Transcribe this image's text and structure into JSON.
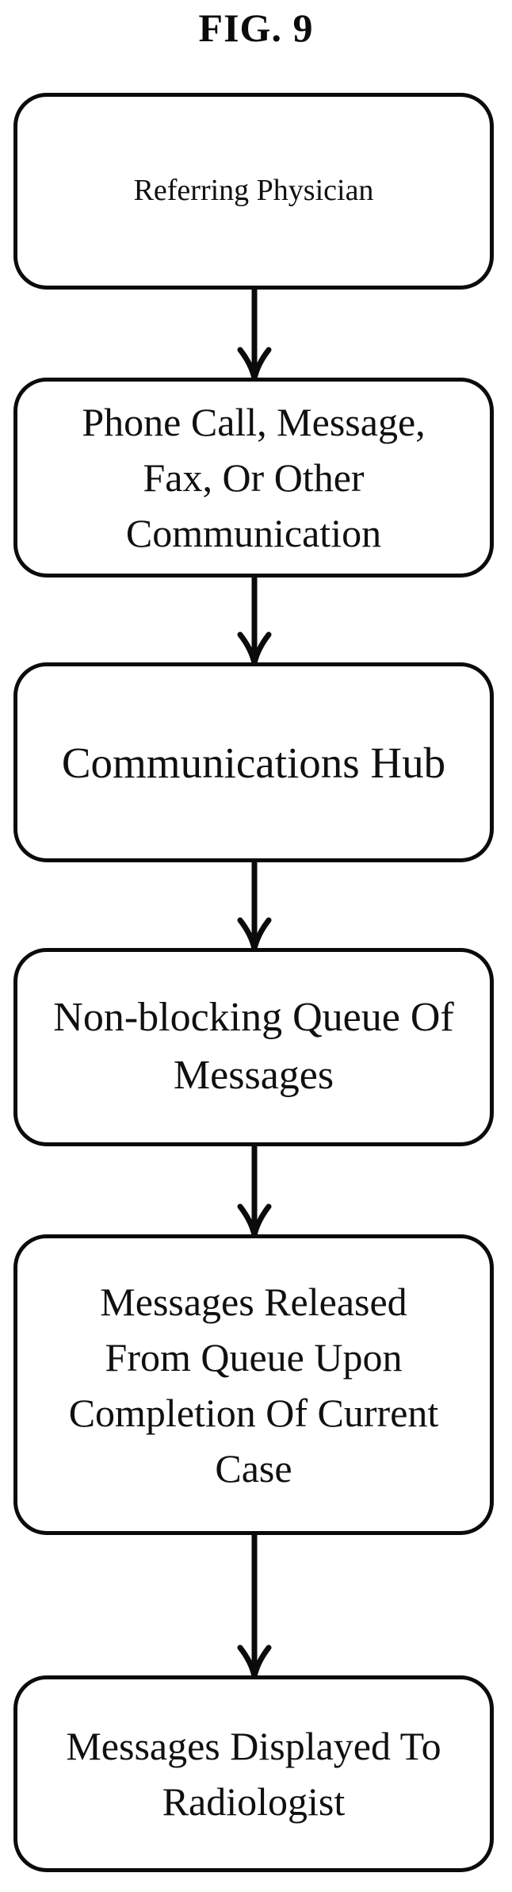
{
  "title": "FIG. 9",
  "flow": {
    "boxes": [
      {
        "id": "referring-physician",
        "label": "Referring Physician"
      },
      {
        "id": "communication-types",
        "label": "Phone Call, Message,\nFax, Or Other\nCommunication"
      },
      {
        "id": "communications-hub",
        "label": "Communications Hub"
      },
      {
        "id": "non-blocking-queue",
        "label": "Non-blocking Queue Of\nMessages"
      },
      {
        "id": "messages-released",
        "label": "Messages Released\nFrom Queue Upon\nCompletion Of Current\nCase"
      },
      {
        "id": "messages-displayed",
        "label": "Messages Displayed To\nRadiologist"
      }
    ],
    "connectors": [
      {
        "from": 0,
        "to": 1,
        "icon": "arrow-down"
      },
      {
        "from": 1,
        "to": 2,
        "icon": "arrow-down"
      },
      {
        "from": 2,
        "to": 3,
        "icon": "arrow-down"
      },
      {
        "from": 3,
        "to": 4,
        "icon": "arrow-down"
      },
      {
        "from": 4,
        "to": 5,
        "icon": "arrow-down"
      }
    ],
    "colors": {
      "line": "#0b0b0b",
      "text": "#101010",
      "background": "#ffffff"
    }
  }
}
